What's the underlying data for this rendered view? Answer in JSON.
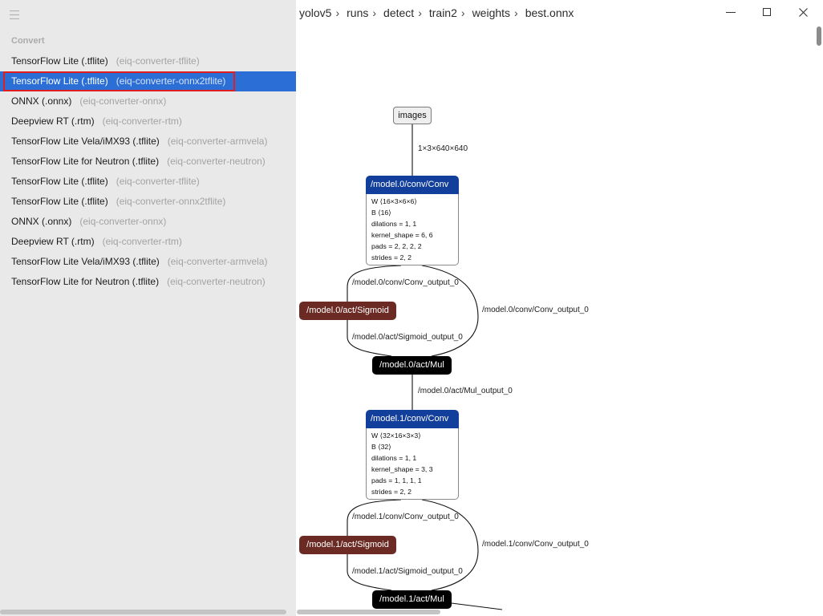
{
  "icons": {
    "menu": "hamburger-icon",
    "minimize": "minimize-icon",
    "maximize": "maximize-icon",
    "close": "close-icon"
  },
  "breadcrumb": {
    "separator": "›",
    "items": [
      "yolov5",
      "runs",
      "detect",
      "train2",
      "weights",
      "best.onnx"
    ]
  },
  "sidebar": {
    "section_title": "Convert",
    "selected_index": 1,
    "items": [
      {
        "label": "TensorFlow Lite (.tflite)",
        "converter": "(eiq-converter-tflite)"
      },
      {
        "label": "TensorFlow Lite (.tflite)",
        "converter": "(eiq-converter-onnx2tflite)"
      },
      {
        "label": "ONNX (.onnx)",
        "converter": "(eiq-converter-onnx)"
      },
      {
        "label": "Deepview RT (.rtm)",
        "converter": "(eiq-converter-rtm)"
      },
      {
        "label": "TensorFlow Lite Vela/iMX93 (.tflite)",
        "converter": "(eiq-converter-armvela)"
      },
      {
        "label": "TensorFlow Lite for Neutron (.tflite)",
        "converter": "(eiq-converter-neutron)"
      },
      {
        "label": "TensorFlow Lite (.tflite)",
        "converter": "(eiq-converter-tflite)"
      },
      {
        "label": "TensorFlow Lite (.tflite)",
        "converter": "(eiq-converter-onnx2tflite)"
      },
      {
        "label": "ONNX (.onnx)",
        "converter": "(eiq-converter-onnx)"
      },
      {
        "label": "Deepview RT (.rtm)",
        "converter": "(eiq-converter-rtm)"
      },
      {
        "label": "TensorFlow Lite Vela/iMX93 (.tflite)",
        "converter": "(eiq-converter-armvela)"
      },
      {
        "label": "TensorFlow Lite for Neutron (.tflite)",
        "converter": "(eiq-converter-neutron)"
      }
    ]
  },
  "graph": {
    "input": {
      "label": "images",
      "output": "1×3×640×640"
    },
    "blocks": [
      {
        "conv": {
          "title": "/model.0/conv/Conv",
          "attributes": [
            "W ⟨16×3×6×6⟩",
            "B ⟨16⟩",
            "dilations = 1, 1",
            "kernel_shape = 6, 6",
            "pads = 2, 2, 2, 2",
            "strides = 2, 2"
          ],
          "output_left": "/model.0/conv/Conv_output_0",
          "output_right": "/model.0/conv/Conv_output_0"
        },
        "sigmoid": {
          "title": "/model.0/act/Sigmoid",
          "output": "/model.0/act/Sigmoid_output_0"
        },
        "mul": {
          "title": "/model.0/act/Mul",
          "output": "/model.0/act/Mul_output_0"
        }
      },
      {
        "conv": {
          "title": "/model.1/conv/Conv",
          "attributes": [
            "W ⟨32×16×3×3⟩",
            "B ⟨32⟩",
            "dilations = 1, 1",
            "kernel_shape = 3, 3",
            "pads = 1, 1, 1, 1",
            "strides = 2, 2"
          ],
          "output_left": "/model.1/conv/Conv_output_0",
          "output_right": "/model.1/conv/Conv_output_0"
        },
        "sigmoid": {
          "title": "/model.1/act/Sigmoid",
          "output": "/model.1/act/Sigmoid_output_0"
        },
        "mul": {
          "title": "/model.1/act/Mul"
        }
      }
    ]
  },
  "colors": {
    "sidebar_bg": "#e9e9e9",
    "selection": "#2b6fd6",
    "annotation_outline": "#e01e1e",
    "conv_header": "#123f9b",
    "activation": "#6b2b24",
    "mul_node": "#000000",
    "input_node": "#eeeeee"
  }
}
